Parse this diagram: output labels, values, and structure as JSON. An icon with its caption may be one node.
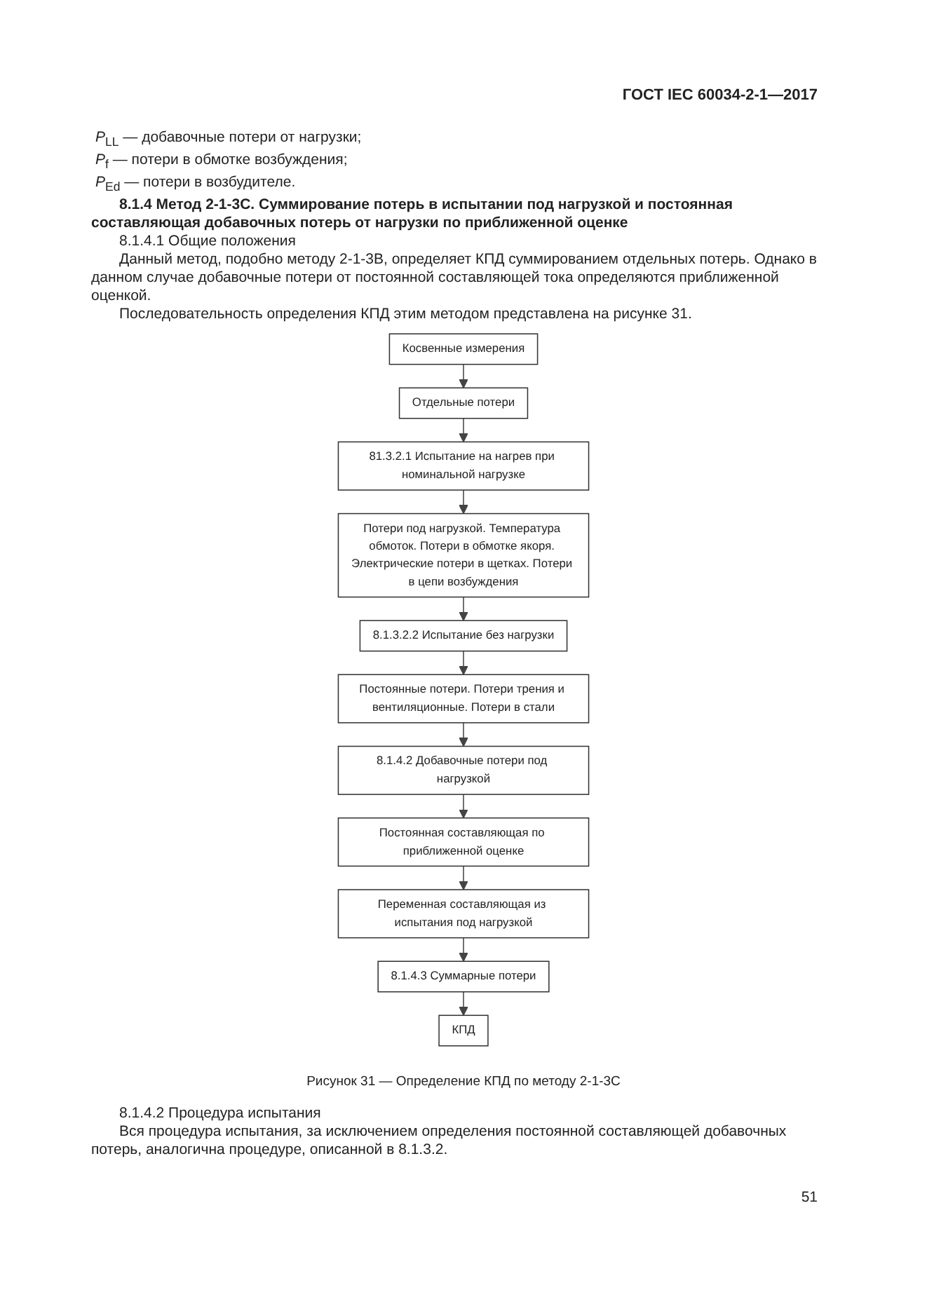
{
  "diagram": {
    "caption": "Рисунок 31 — Определение КПД по методу 2-1-3С",
    "nodes": [
      {
        "text": [
          "Косвенные измерения"
        ]
      },
      {
        "text": [
          "Отдельные потери"
        ]
      },
      {
        "text": [
          "81.3.2.1 Испытание на нагрев при номинальной нагрузке"
        ]
      },
      {
        "text": [
          "Потери под нагрузкой. Температура обмоток. Потери в обмотке якоря. Электрические потери в щетках. Потери в цепи возбуждения"
        ]
      },
      {
        "text": [
          "8.1.3.2.2 Испытание без нагрузки"
        ]
      },
      {
        "text": [
          "Постоянные потери. Потери трения и вентиляционные. Потери в стали"
        ]
      },
      {
        "text": [
          "8.1.4.2 Добавочные потери под нагрузкой"
        ]
      },
      {
        "text": [
          "Постоянная составляющая по приближенной оценке"
        ]
      },
      {
        "text": [
          "Переменная составляющая из испытания под нагрузкой"
        ]
      },
      {
        "text": [
          "8.1.4.3 Суммарные потери"
        ]
      },
      {
        "text": [
          "КПД"
        ]
      }
    ],
    "edges": [
      {
        "from": 0,
        "to": 1,
        "arrow": "to"
      },
      {
        "from": 1,
        "to": 2,
        "arrow": "to"
      },
      {
        "from": 2,
        "to": 3,
        "arrow": "to"
      },
      {
        "from": 3,
        "to": 4,
        "arrow": "to"
      },
      {
        "from": 4,
        "to": 5,
        "arrow": "to"
      },
      {
        "from": 5,
        "to": 6,
        "arrow": "to"
      },
      {
        "from": 6,
        "to": 7,
        "arrow": "to"
      },
      {
        "from": 7,
        "to": 8,
        "arrow": "to"
      },
      {
        "from": 8,
        "to": 9,
        "arrow": "to"
      },
      {
        "from": 9,
        "to": 10,
        "arrow": "to"
      }
    ],
    "labels": [
      "ГОСТ IEC 60034-2-1—2017",
      "*P*$_{LL}$ — добавочные потери от нагрузки;",
      "*P*$_{f}$ — потери в обмотке возбуждения;",
      "*P*$_{Ed}$ — потери в возбудителе.",
      "8.1.4 Метод 2-1-3С. Суммирование потерь в испытании под нагрузкой и постоянная составляющая добавочных потерь от нагрузки по приближенной оценке",
      "8.1.4.1 Общие положения",
      "Данный метод, подобно методу 2-1-3В, определяет КПД суммированием отдельных потерь. Однако в данном случае добавочные потери от постоянной составляющей тока определяются приближенной оценкой.",
      "Последовательность определения КПД этим методом представлена на рисунке 31.",
      "8.1.4.2 Процедура испытания",
      "Вся процедура испытания, за исключением определения постоянной составляющей добавочных потерь, аналогична процедуре, описанной в 8.1.3.2.",
      "51"
    ]
  }
}
